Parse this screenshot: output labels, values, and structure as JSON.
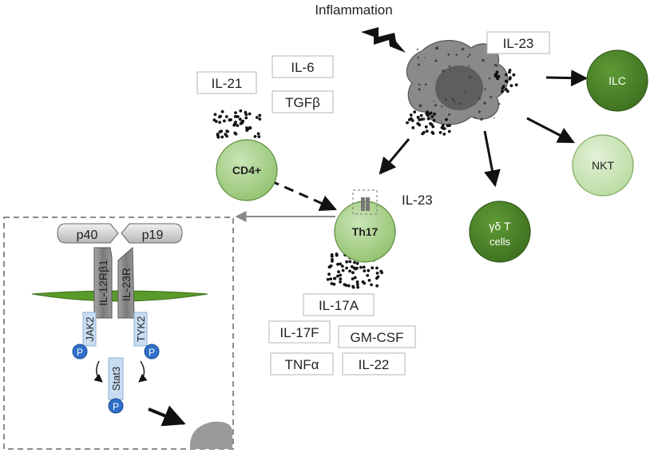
{
  "title": "Inflammation",
  "cytokine_boxes": {
    "il6": "IL-6",
    "il21": "IL-21",
    "tgfb": "TGFβ",
    "il23_top": "IL-23",
    "il17a": "IL-17A",
    "il17f": "IL-17F",
    "gmcsf": "GM-CSF",
    "tnfa": "TNFα",
    "il22": "IL-22"
  },
  "il23_receptor_label": "IL-23",
  "cells": {
    "cd4": "CD4+",
    "th17": "Th17",
    "gdt_line1": "γδ T",
    "gdt_line2": "cells",
    "ilc": "ILC",
    "nkt": "NKT"
  },
  "receptor_inset": {
    "p40": "p40",
    "p19": "p19",
    "il12rb1": "IL-12Rβ1",
    "il23r": "IL-23R",
    "jak2": "JAK2",
    "tyk2": "TYK2",
    "stat3": "Stat3",
    "phospho": "P"
  },
  "colors": {
    "dark_green": "#4a7d27",
    "mid_green": "#70ad47",
    "light_green": "#a9d18e",
    "pale_green": "#c5e0b4",
    "receptor_grey": "#8c8c8c",
    "membrane_green": "#5a9a2a",
    "phospho_blue": "#2f6fc9",
    "kinase_blue": "#c9ddf2",
    "dendritic_grey": "#8a8a8a"
  }
}
